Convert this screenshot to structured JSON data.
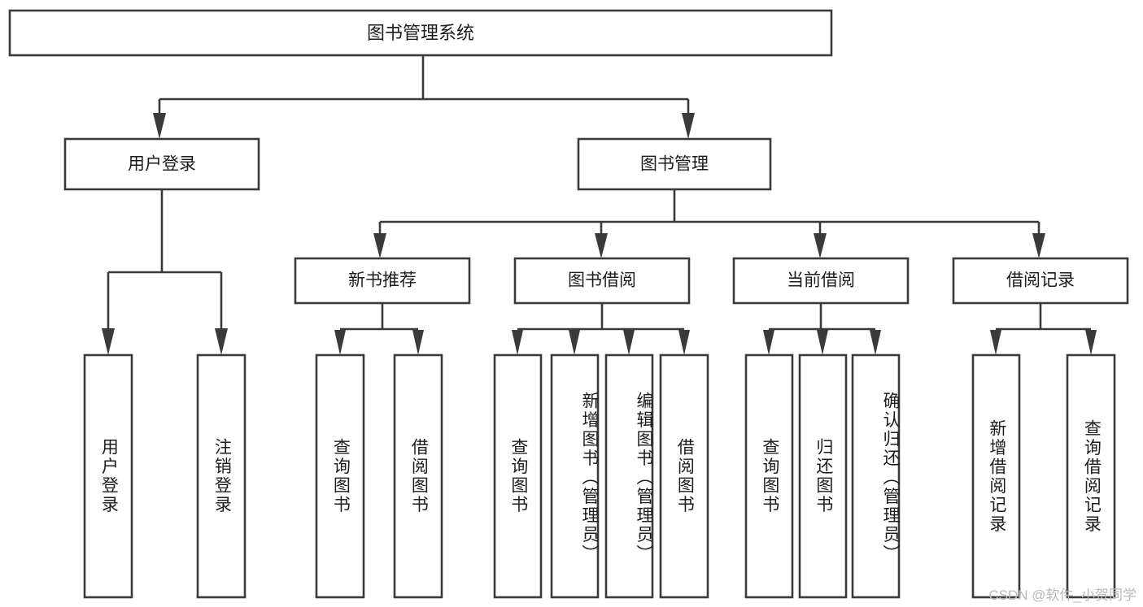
{
  "diagram": {
    "type": "tree",
    "title_node": {
      "label": "图书管理系统"
    },
    "level1": [
      {
        "label": "用户登录"
      },
      {
        "label": "图书管理"
      }
    ],
    "level2": [
      {
        "label": "新书推荐"
      },
      {
        "label": "图书借阅"
      },
      {
        "label": "当前借阅"
      },
      {
        "label": "借阅记录"
      }
    ],
    "leaves": {
      "user_login": [
        {
          "label": "用户登录"
        },
        {
          "label": "注销登录"
        }
      ],
      "new_book_recommend": [
        {
          "label": "查询图书"
        },
        {
          "label": "借阅图书"
        }
      ],
      "book_borrow": [
        {
          "label": "查询图书"
        },
        {
          "label": "新增图书（管理员）"
        },
        {
          "label": "编辑图书（管理员）"
        },
        {
          "label": "借阅图书"
        }
      ],
      "current_borrow": [
        {
          "label": "查询图书"
        },
        {
          "label": "归还图书"
        },
        {
          "label": "确认归还（管理员）"
        }
      ],
      "borrow_record": [
        {
          "label": "新增借阅记录"
        },
        {
          "label": "查询借阅记录"
        }
      ]
    }
  },
  "watermark": {
    "text": "CSDN @软件_小贺同学"
  },
  "colors": {
    "stroke": "#3a3a3a",
    "fill": "#ffffff",
    "text": "#1c1c1c",
    "watermark": "#b9b9b9"
  }
}
